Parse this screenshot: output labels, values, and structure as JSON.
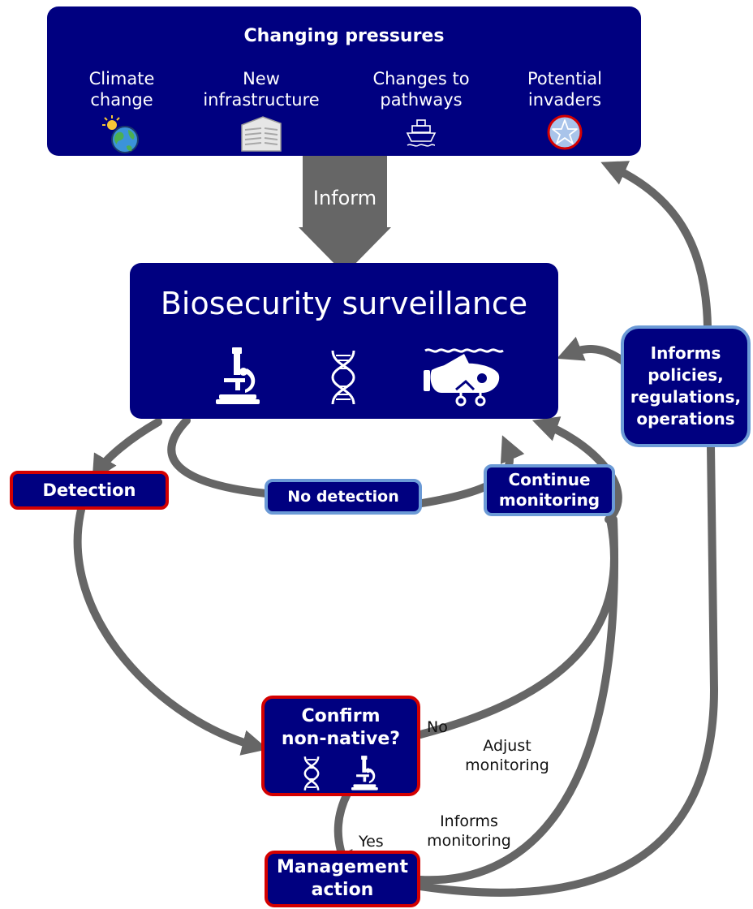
{
  "pressures": {
    "title": "Changing pressures",
    "items": [
      {
        "line1": "Climate",
        "line2": "change",
        "icon": "globe-sun-icon"
      },
      {
        "line1": "New",
        "line2": "infrastructure",
        "icon": "building-icon"
      },
      {
        "line1": "Changes to",
        "line2": "pathways",
        "icon": "ship-icon"
      },
      {
        "line1": "Potential",
        "line2": "invaders",
        "icon": "starfish-icon"
      }
    ]
  },
  "inform_arrow": {
    "label": "Inform"
  },
  "surveillance": {
    "title": "Biosecurity surveillance",
    "icons": [
      "microscope-icon",
      "dna-icon",
      "underwater-drone-icon"
    ]
  },
  "nodes": {
    "detection": "Detection",
    "no_detection": "No detection",
    "continue_monitoring": {
      "line1": "Continue",
      "line2": "monitoring"
    },
    "informs_policies": {
      "line1": "Informs",
      "line2": "policies,",
      "line3": "regulations,",
      "line4": "operations"
    },
    "confirm": {
      "line1": "Confirm",
      "line2": "non-native?"
    },
    "management": {
      "line1": "Management",
      "line2": "action"
    }
  },
  "edge_labels": {
    "no": "No",
    "adjust_monitoring": {
      "line1": "Adjust",
      "line2": "monitoring"
    },
    "yes": "Yes",
    "informs_monitoring": {
      "line1": "Informs",
      "line2": "monitoring"
    }
  },
  "colors": {
    "navy": "#000080",
    "red_border": "#d40000",
    "blue_border": "#6b9ad6",
    "arrow_gray": "#666666"
  }
}
